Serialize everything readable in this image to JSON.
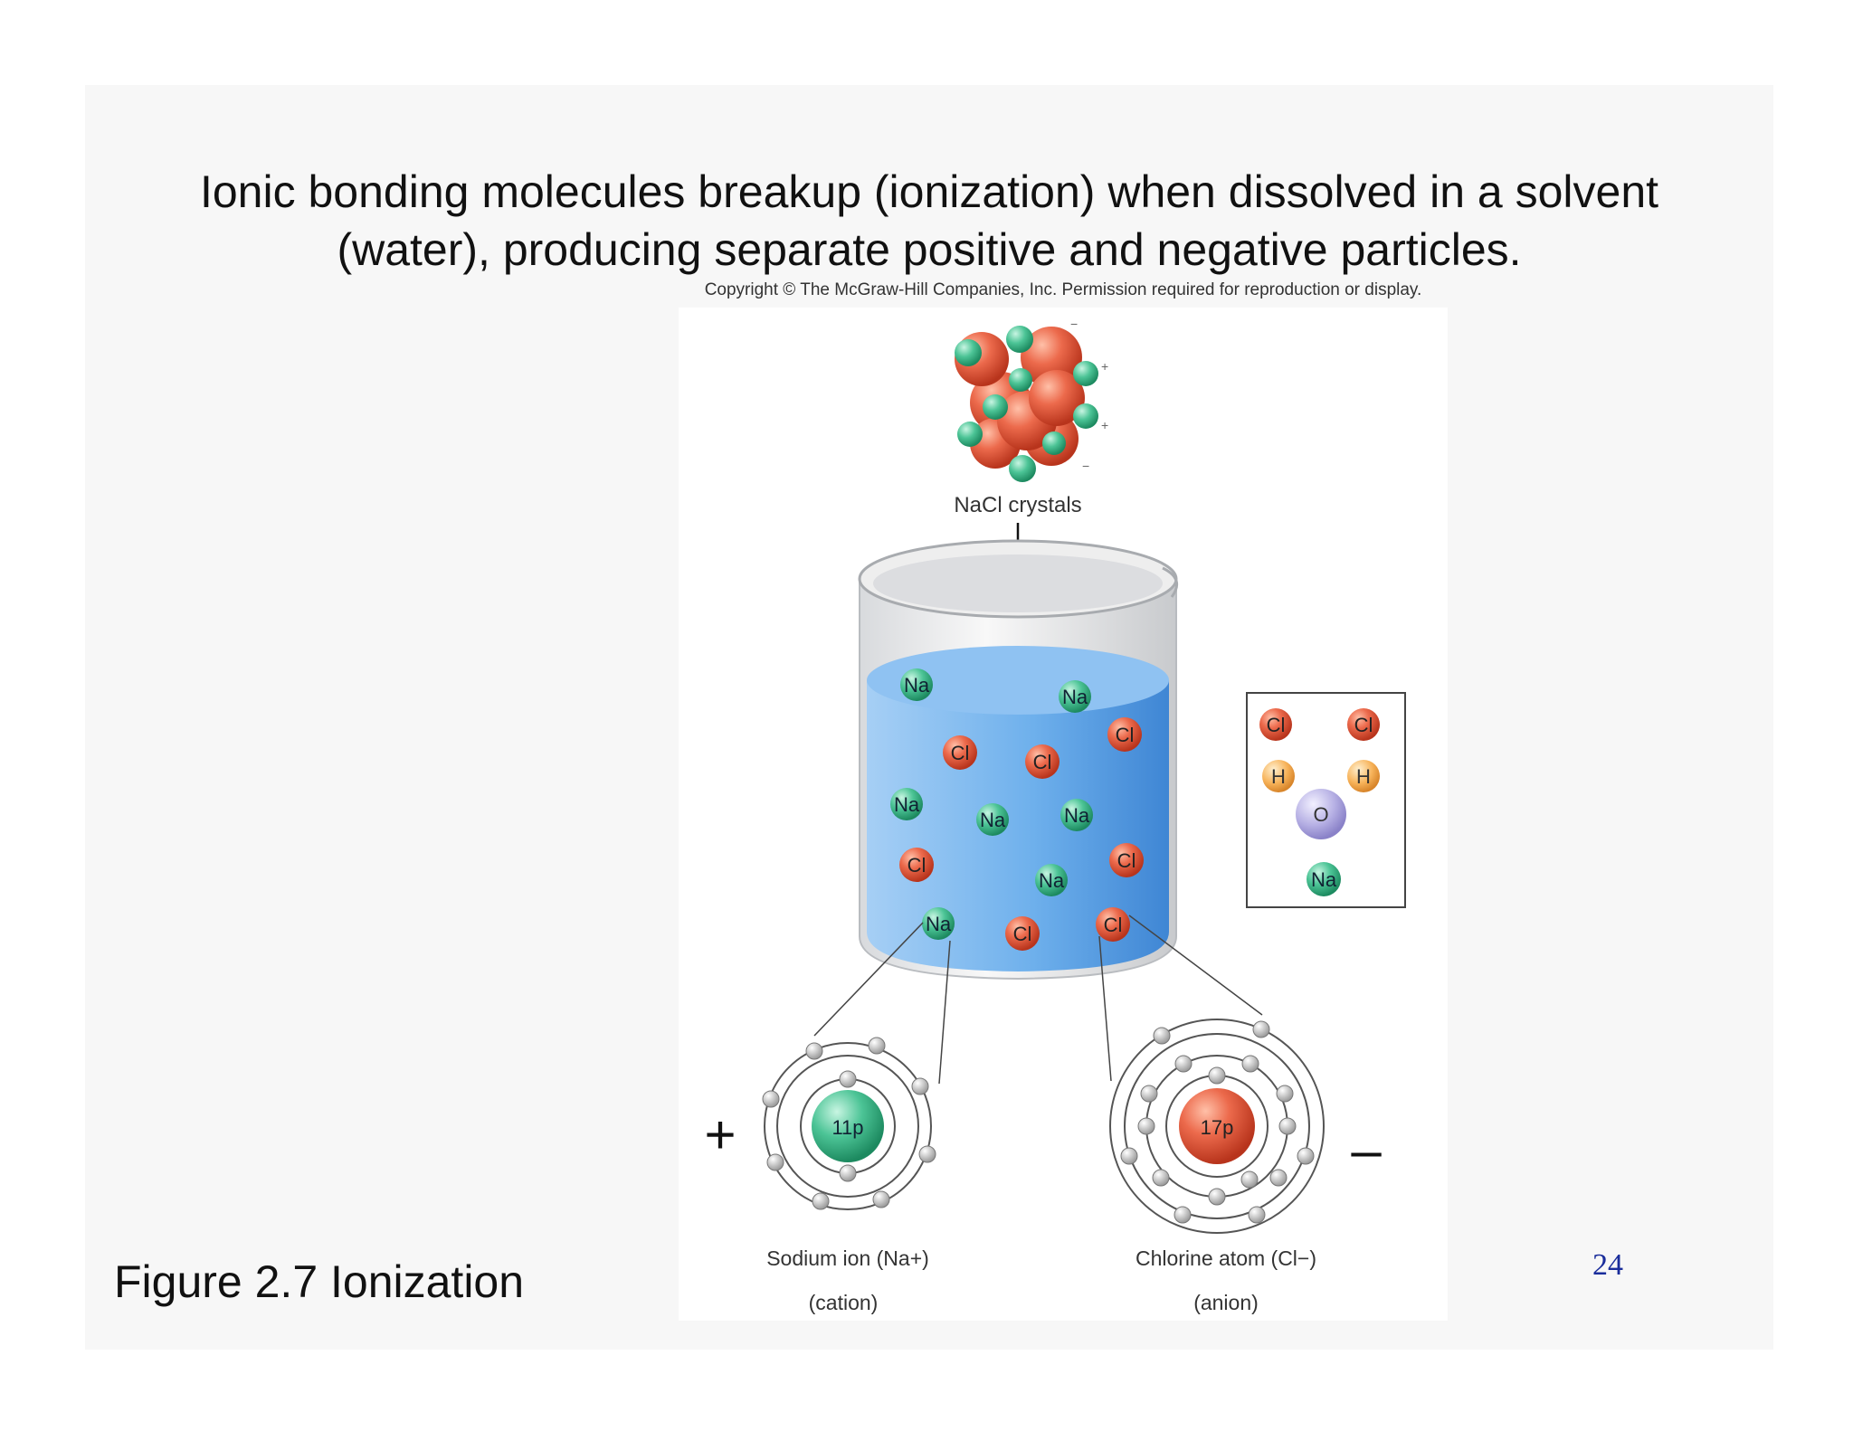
{
  "slide": {
    "title_lines": [
      "Ionic bonding molecules breakup (ionization) when dissolved in a solvent",
      "(water), producing separate positive and negative particles."
    ],
    "caption": "Figure 2.7 Ionization",
    "page_number": "24"
  },
  "figure": {
    "copyright": "Copyright © The McGraw-Hill Companies, Inc. Permission required for reproduction or display.",
    "crystal_label": "NaCl crystals",
    "ion_na": "Na",
    "ion_cl": "Cl",
    "charge_plus": "+",
    "charge_minus": "−",
    "water": {
      "h": "H",
      "o": "O"
    },
    "sodium_nucleus": "11p",
    "chlorine_nucleus": "17p",
    "sodium_label": "Sodium ion (Na+)",
    "sodium_sub": "(cation)",
    "chlorine_label": "Chlorine atom (Cl−)",
    "chlorine_sub": "(anion)",
    "plus_sign": "+",
    "minus_sign": "–"
  },
  "colors": {
    "water": "#5fa7e8",
    "chloride": "#e2573b",
    "sodium": "#3dbb8a",
    "hydrogen": "#f5a94a",
    "oxygen": "#a9a3dc",
    "page_number": "#1a2d9b"
  }
}
